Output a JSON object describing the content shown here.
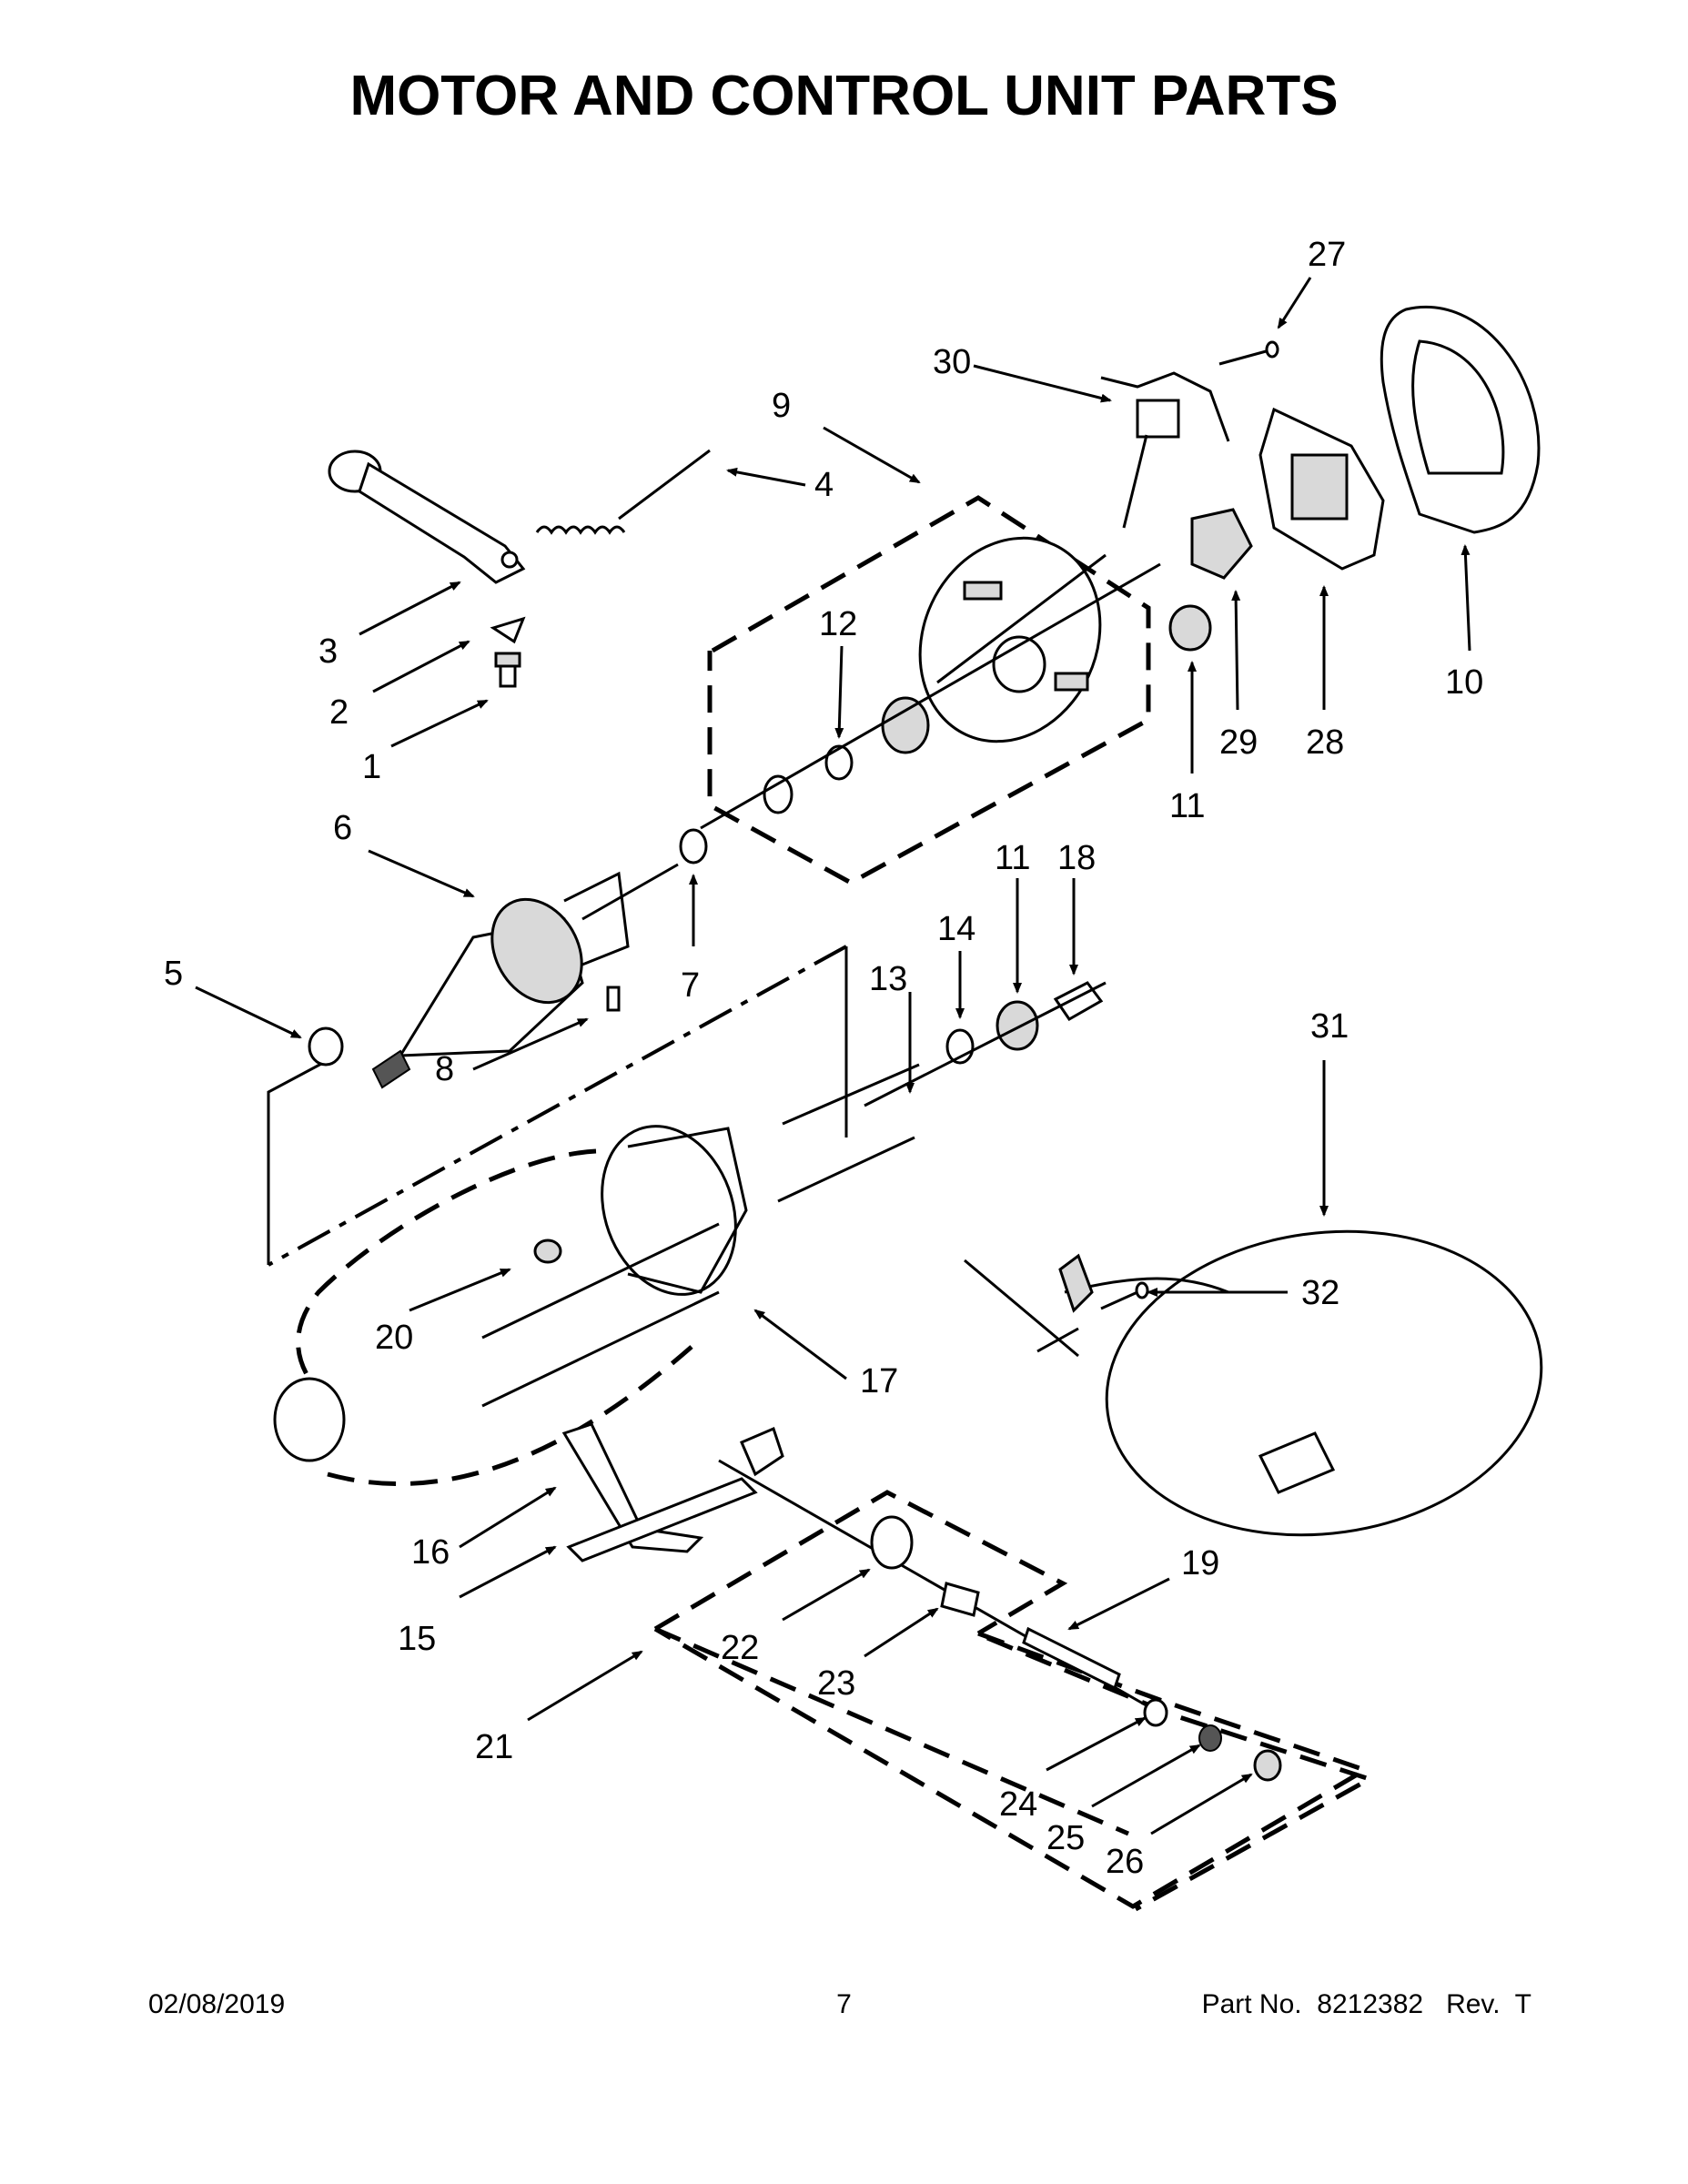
{
  "title": "MOTOR AND CONTROL UNIT PARTS",
  "callouts": [
    "1",
    "2",
    "3",
    "4",
    "5",
    "6",
    "7",
    "8",
    "9",
    "10",
    "11",
    "11",
    "12",
    "13",
    "14",
    "15",
    "16",
    "17",
    "18",
    "19",
    "20",
    "21",
    "22",
    "23",
    "24",
    "25",
    "26",
    "27",
    "28",
    "29",
    "30",
    "31",
    "32"
  ],
  "footer": {
    "date": "02/08/2019",
    "page": "7",
    "part": "Part No.  8212382   Rev.  T"
  }
}
